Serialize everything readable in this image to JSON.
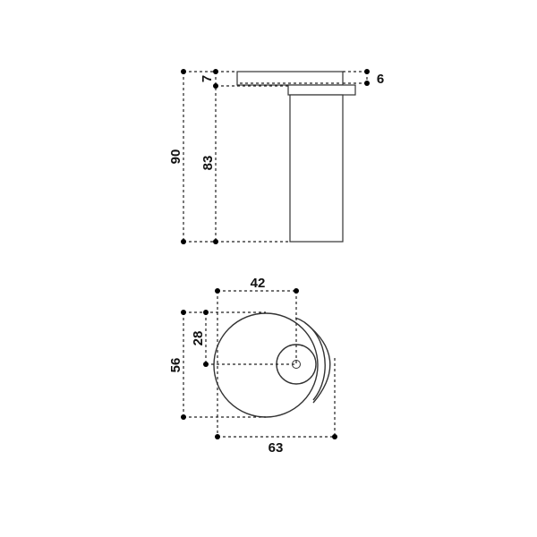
{
  "drawing": {
    "side_view": {
      "dimensions": {
        "overall_height": "90",
        "body_height": "83",
        "plate_top": "7",
        "plate_thickness": "6"
      }
    },
    "top_view": {
      "dimensions": {
        "center_offset": "42",
        "half_height": "28",
        "overall_height": "56",
        "overall_width": "63"
      }
    },
    "colors": {
      "line": "#333333",
      "dimension": "#222222",
      "background": "#ffffff"
    }
  }
}
